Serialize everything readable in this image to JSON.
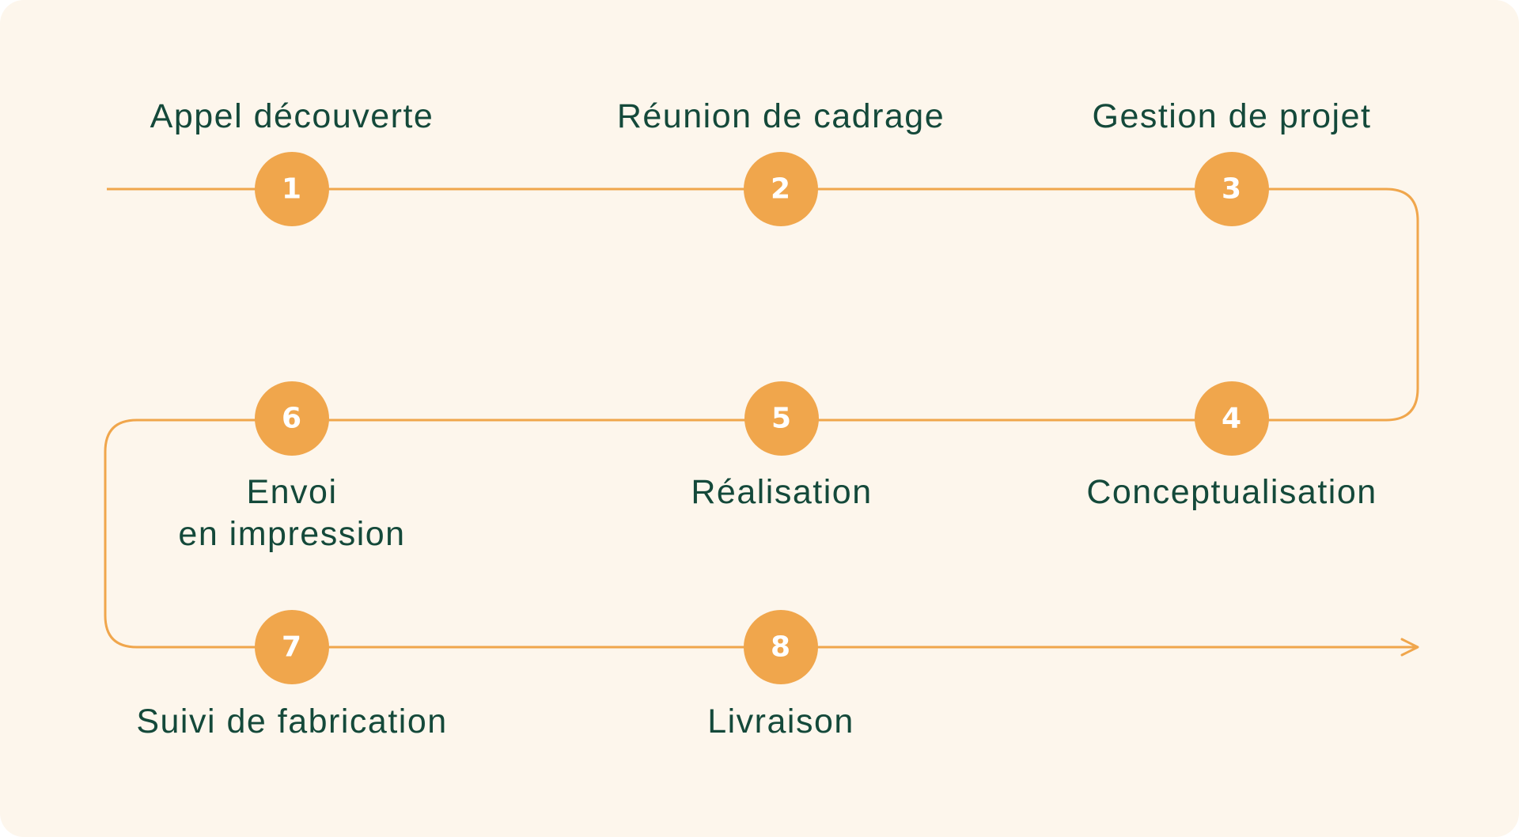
{
  "steps": [
    {
      "number": "1",
      "label": "Appel découverte"
    },
    {
      "number": "2",
      "label": "Réunion de cadrage"
    },
    {
      "number": "3",
      "label": "Gestion de projet"
    },
    {
      "number": "4",
      "label": "Conceptualisation"
    },
    {
      "number": "5",
      "label": "Réalisation"
    },
    {
      "number": "6",
      "label": "Envoi\nen impression"
    },
    {
      "number": "7",
      "label": "Suivi de fabrication"
    },
    {
      "number": "8",
      "label": "Livraison"
    }
  ],
  "colors": {
    "background": "#fdf6ec",
    "accent": "#f0a64c",
    "text": "#14493a"
  }
}
